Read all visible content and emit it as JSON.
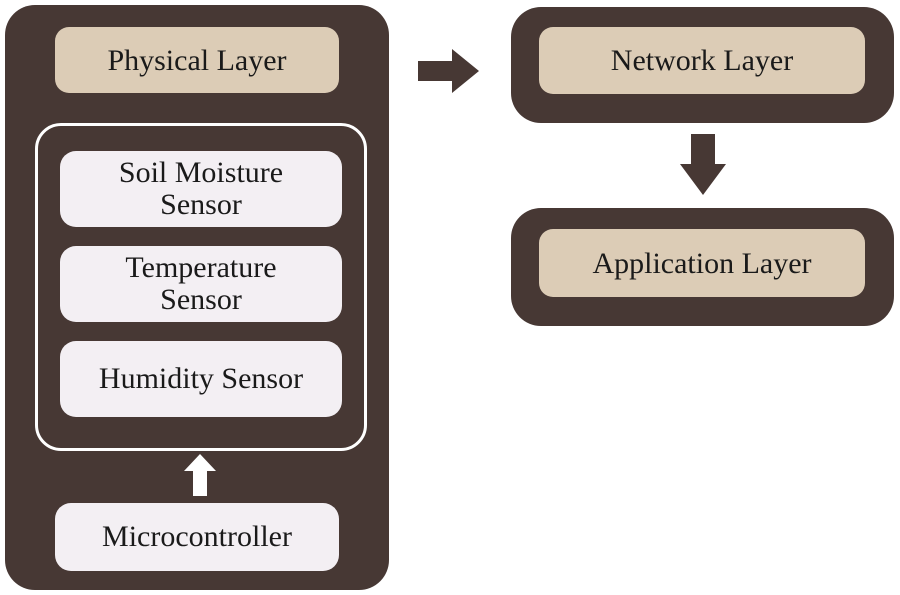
{
  "colors": {
    "panel": "#473834",
    "layer_label": "#dcccb6",
    "sensor_box": "#f3eff3",
    "outline": "#ffffff"
  },
  "physical_layer": {
    "title": "Physical Layer",
    "sensors": [
      "Soil Moisture\nSensor",
      "Temperature\nSensor",
      "Humidity Sensor"
    ],
    "microcontroller": "Microcontroller"
  },
  "network_layer": {
    "title": "Network Layer"
  },
  "application_layer": {
    "title": "Application Layer"
  }
}
